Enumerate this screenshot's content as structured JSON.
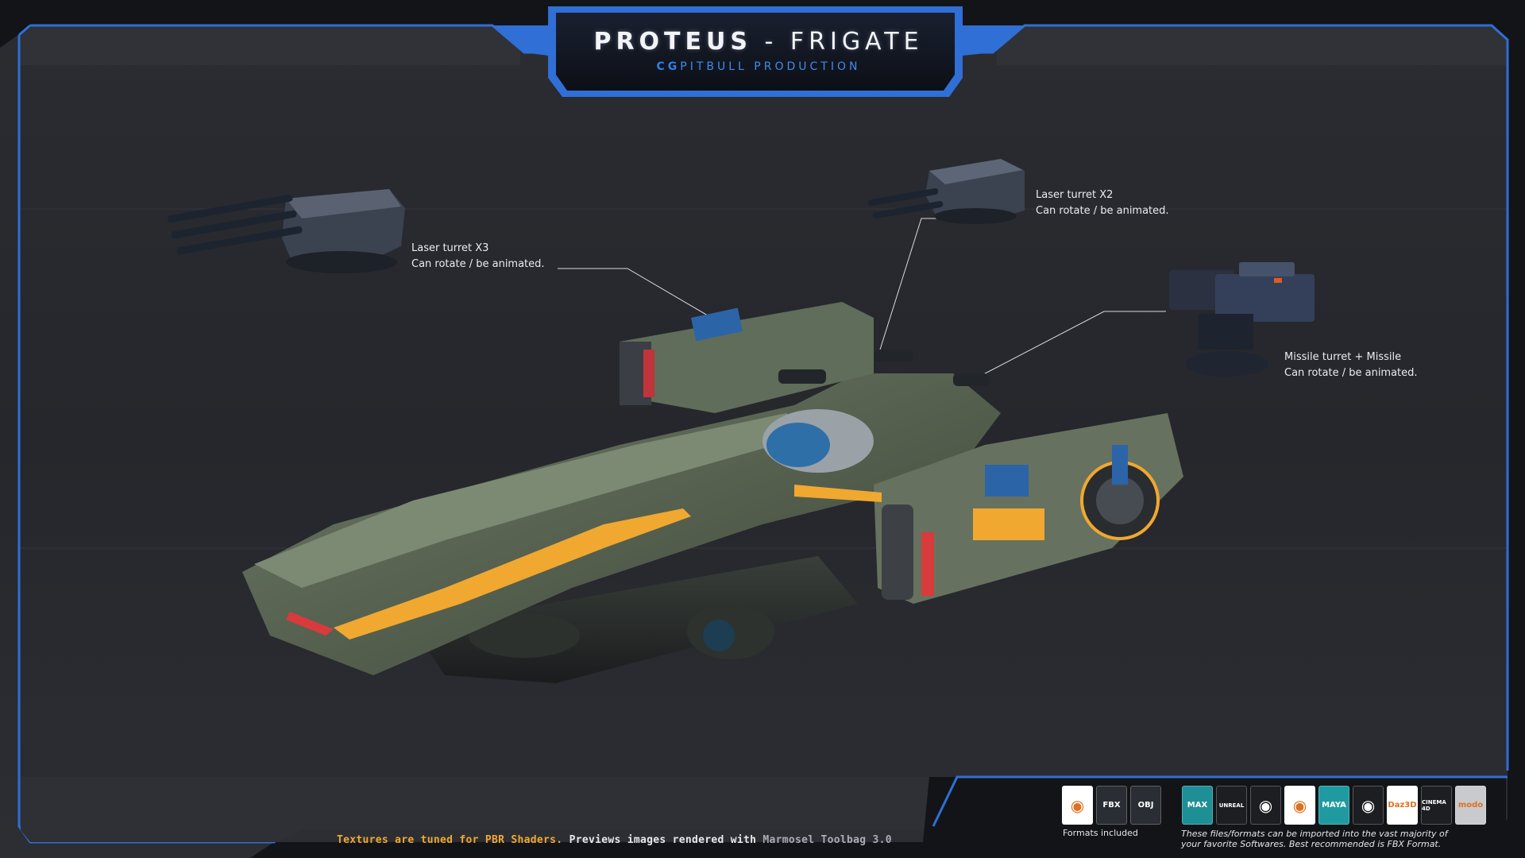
{
  "header": {
    "title_strong": "PROTEUS",
    "title_light": " - FRIGATE",
    "subtitle_brand": "CG",
    "subtitle_rest": "PITBULL PRODUCTION"
  },
  "callouts": [
    {
      "line1": "Laser turret X3",
      "line2": "Can rotate / be animated."
    },
    {
      "line1": "Laser turret X2",
      "line2": "Can rotate / be animated."
    },
    {
      "line1": "Missile turret + Missile",
      "line2": "Can rotate / be animated."
    }
  ],
  "footer": {
    "part1": "Textures are tuned for PBR Shaders.",
    "part2": " Previews images rendered with ",
    "part3": "Marmosel Toolbag 3.0"
  },
  "formats": {
    "caption": "Formats included",
    "icons": [
      {
        "name": "blender-icon",
        "label": "",
        "color": "#ffffff"
      },
      {
        "name": "fbx-icon",
        "label": "FBX",
        "color": "#2a2d33"
      },
      {
        "name": "obj-icon",
        "label": "OBJ",
        "color": "#2a2d33"
      }
    ]
  },
  "software": {
    "caption_line1": "These files/formats can be imported into the vast majority of",
    "caption_line2": "your favorite Softwares. Best recommended is FBX Format.",
    "icons": [
      {
        "name": "3dsmax-icon",
        "label": "MAX",
        "color": "#1f8f96"
      },
      {
        "name": "unreal-icon",
        "label": "UNREAL",
        "color": "#1c1e22"
      },
      {
        "name": "unity-icon",
        "label": "",
        "color": "#1c1e22"
      },
      {
        "name": "blender-icon",
        "label": "",
        "color": "#ffffff"
      },
      {
        "name": "maya-icon",
        "label": "MAYA",
        "color": "#1f9aa0"
      },
      {
        "name": "knald-icon",
        "label": "",
        "color": "#1c1e22"
      },
      {
        "name": "daz3d-icon",
        "label": "Daz3D",
        "color": "#ffffff"
      },
      {
        "name": "cinema4d-icon",
        "label": "CINEMA 4D",
        "color": "#1c1e22"
      },
      {
        "name": "modo-icon",
        "label": "modo",
        "color": "#c8cacd"
      }
    ]
  },
  "colors": {
    "frame_blue": "#2f6fd6",
    "accent_orange": "#f0a830",
    "panel_bg": "#26282d"
  }
}
